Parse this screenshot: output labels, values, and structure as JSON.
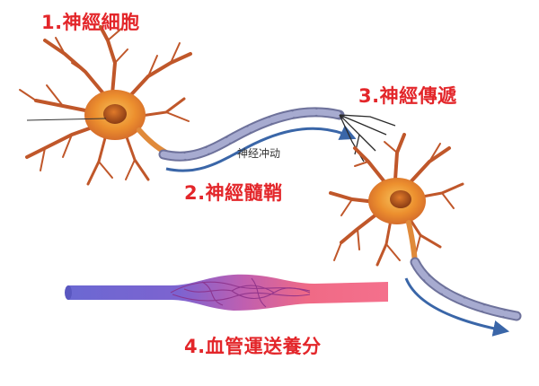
{
  "labels": {
    "neuron": "1.神經細胞",
    "myelin": "2.神經髓鞘",
    "transmission": "3.神經傳遞",
    "blood": "4.血管運送養分"
  },
  "annotation": {
    "impulse": "神经冲动"
  },
  "colors": {
    "label_red": "#e3262a",
    "cell_body": "#e58a2e",
    "dendrite": "#c0572a",
    "nucleus": "#b8561e",
    "myelin": "#8a8fb5",
    "arrow": "#3a66a8",
    "vessel_blue": "#6f6fd6",
    "vessel_pink": "#f06a86"
  }
}
